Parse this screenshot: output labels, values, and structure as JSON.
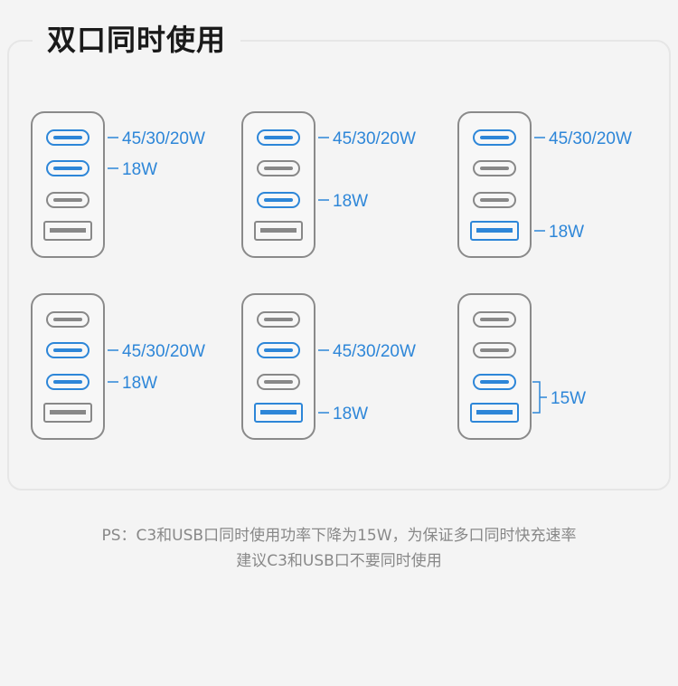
{
  "title": "双口同时使用",
  "colors": {
    "active": "#2d86d8",
    "inactive": "#888888",
    "body": "#8a8a8a",
    "label": "#2d86d8"
  },
  "configurations": [
    {
      "ports": [
        "active",
        "active",
        "inactive",
        "inactive"
      ],
      "labels": [
        {
          "text": "45/30/20W",
          "port": 0
        },
        {
          "text": "18W",
          "port": 1
        }
      ]
    },
    {
      "ports": [
        "active",
        "inactive",
        "active",
        "inactive"
      ],
      "labels": [
        {
          "text": "45/30/20W",
          "port": 0
        },
        {
          "text": "18W",
          "port": 2
        }
      ]
    },
    {
      "ports": [
        "active",
        "inactive",
        "inactive",
        "active"
      ],
      "labels": [
        {
          "text": "45/30/20W",
          "port": 0
        },
        {
          "text": "18W",
          "port": 3
        }
      ]
    },
    {
      "ports": [
        "inactive",
        "active",
        "active",
        "inactive"
      ],
      "labels": [
        {
          "text": "45/30/20W",
          "port": 1
        },
        {
          "text": "18W",
          "port": 2
        }
      ]
    },
    {
      "ports": [
        "inactive",
        "active",
        "inactive",
        "active"
      ],
      "labels": [
        {
          "text": "45/30/20W",
          "port": 1
        },
        {
          "text": "18W",
          "port": 3
        }
      ]
    },
    {
      "ports": [
        "inactive",
        "inactive",
        "active",
        "active"
      ],
      "labels": [
        {
          "text": "15W",
          "ports": [
            2,
            3
          ]
        }
      ]
    }
  ],
  "note": {
    "line1": "PS：C3和USB口同时使用功率下降为15W，为保证多口同时快充速率",
    "line2": "建议C3和USB口不要同时使用"
  }
}
